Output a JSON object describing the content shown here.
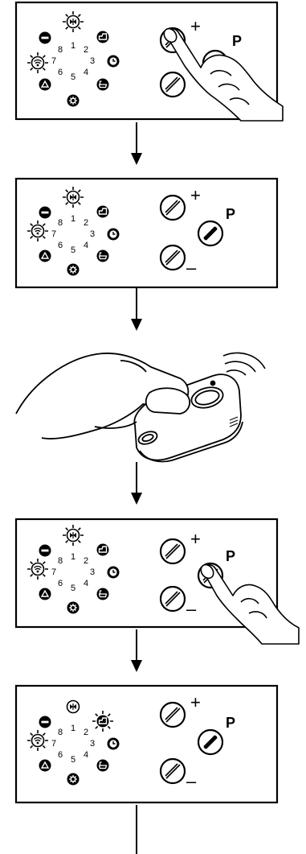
{
  "colors": {
    "ink": "#000000",
    "paper": "#ffffff",
    "skin": "#ffffff"
  },
  "dial_numbers": [
    "1",
    "2",
    "3",
    "4",
    "5",
    "6",
    "7",
    "8"
  ],
  "button_labels": {
    "plus": "+",
    "minus": "–",
    "program": "P"
  },
  "steps": [
    {
      "id": "step-1",
      "lit_icons": [
        "fan-icon",
        "wifi-icon"
      ],
      "hand": "press-plus-button",
      "p_button": "outline"
    },
    {
      "id": "step-2",
      "lit_icons": [
        "fan-icon",
        "wifi-icon"
      ],
      "hand": "none",
      "p_button": "filled"
    },
    {
      "id": "step-3",
      "scene": "hand-pressing-remote-control",
      "signal": "radio-waves"
    },
    {
      "id": "step-4",
      "lit_icons": [
        "fan-icon",
        "wifi-icon"
      ],
      "hand": "press-p-button",
      "p_button": "outline"
    },
    {
      "id": "step-5",
      "lit_icons": [
        "sauna-icon",
        "wifi-icon"
      ],
      "hand": "none",
      "p_button": "filled"
    }
  ],
  "icons": [
    "minus-icon",
    "fan-icon",
    "sauna-icon",
    "wifi-icon",
    "clock-icon",
    "triangle-icon",
    "bath-icon",
    "gear-icon"
  ]
}
